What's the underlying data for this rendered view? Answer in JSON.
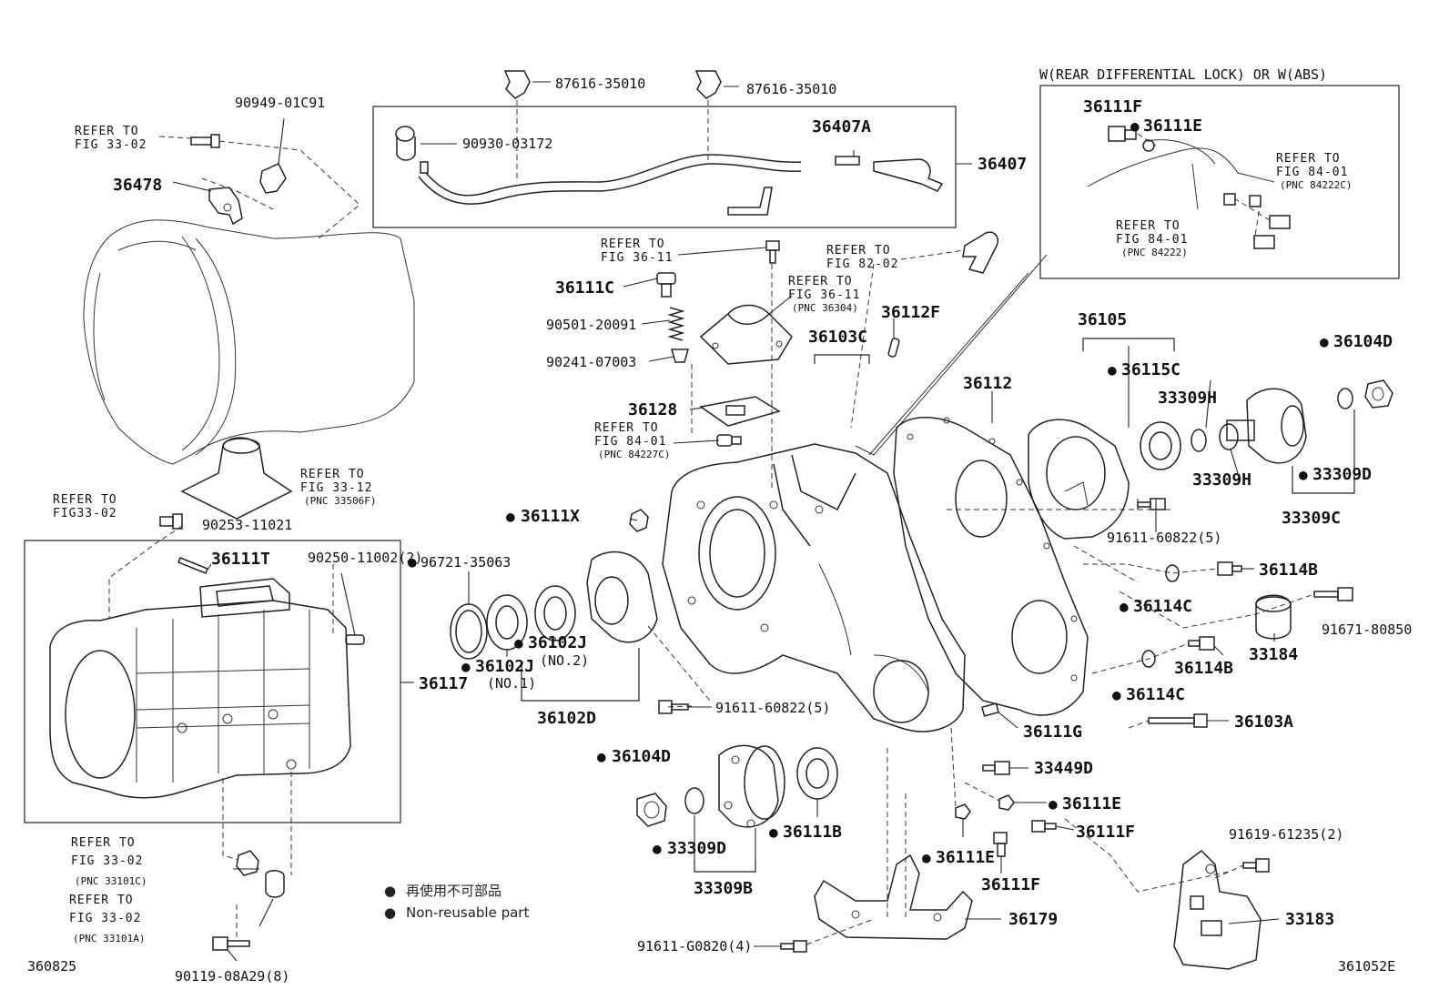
{
  "diagram": {
    "figure_code": "360825",
    "illustration_code": "361052E",
    "inset_title": "W(REAR DIFFERENTIAL LOCK) OR W(ABS)",
    "legend": [
      {
        "marker": "●",
        "text": "再使用不可部品"
      },
      {
        "marker": "●",
        "text": "Non-reusable part"
      }
    ],
    "labels": [
      {
        "id": "90949-01C91",
        "non_reusable": false
      },
      {
        "id": "36478",
        "non_reusable": false
      },
      {
        "id": "87616-35010",
        "non_reusable": false
      },
      {
        "id": "87616-35010",
        "non_reusable": false
      },
      {
        "id": "90930-03172",
        "non_reusable": false
      },
      {
        "id": "36407A",
        "non_reusable": false
      },
      {
        "id": "36407",
        "non_reusable": false
      },
      {
        "id": "36111F",
        "non_reusable": false
      },
      {
        "id": "36111E",
        "non_reusable": true
      },
      {
        "id": "36111C",
        "non_reusable": false
      },
      {
        "id": "90501-20091",
        "non_reusable": false
      },
      {
        "id": "90241-07003",
        "non_reusable": false
      },
      {
        "id": "36112F",
        "non_reusable": false
      },
      {
        "id": "36103C",
        "non_reusable": false
      },
      {
        "id": "36128",
        "non_reusable": false
      },
      {
        "id": "36105",
        "non_reusable": false
      },
      {
        "id": "36104D",
        "non_reusable": true
      },
      {
        "id": "36115C",
        "non_reusable": true
      },
      {
        "id": "36112",
        "non_reusable": false
      },
      {
        "id": "33309H",
        "non_reusable": false
      },
      {
        "id": "33309H",
        "non_reusable": false
      },
      {
        "id": "33309D",
        "non_reusable": true
      },
      {
        "id": "33309C",
        "non_reusable": false
      },
      {
        "id": "36111X",
        "non_reusable": true
      },
      {
        "id": "90253-11021",
        "non_reusable": false
      },
      {
        "id": "36111T",
        "non_reusable": false
      },
      {
        "id": "90250-11002(2)",
        "non_reusable": false
      },
      {
        "id": "96721-35063",
        "non_reusable": true
      },
      {
        "id": "91611-60822(5)",
        "non_reusable": false
      },
      {
        "id": "36114B",
        "non_reusable": false
      },
      {
        "id": "36114C",
        "non_reusable": true
      },
      {
        "id": "91671-80850",
        "non_reusable": false
      },
      {
        "id": "33184",
        "non_reusable": false
      },
      {
        "id": "36114B",
        "non_reusable": false
      },
      {
        "id": "36114C",
        "non_reusable": true
      },
      {
        "id": "36102J",
        "non_reusable": true
      },
      {
        "id": "(NO.2)",
        "non_reusable": false
      },
      {
        "id": "36102J",
        "non_reusable": true
      },
      {
        "id": "(NO.1)",
        "non_reusable": false
      },
      {
        "id": "36117",
        "non_reusable": false
      },
      {
        "id": "36102D",
        "non_reusable": false
      },
      {
        "id": "91611-60822(5)",
        "non_reusable": false
      },
      {
        "id": "36111G",
        "non_reusable": false
      },
      {
        "id": "36103A",
        "non_reusable": false
      },
      {
        "id": "36104D",
        "non_reusable": true
      },
      {
        "id": "33449D",
        "non_reusable": false
      },
      {
        "id": "36111E",
        "non_reusable": true
      },
      {
        "id": "36111B",
        "non_reusable": true
      },
      {
        "id": "36111F",
        "non_reusable": false
      },
      {
        "id": "33309D",
        "non_reusable": true
      },
      {
        "id": "36111E",
        "non_reusable": true
      },
      {
        "id": "36111F",
        "non_reusable": false
      },
      {
        "id": "91619-61235(2)",
        "non_reusable": false
      },
      {
        "id": "33309B",
        "non_reusable": false
      },
      {
        "id": "36179",
        "non_reusable": false
      },
      {
        "id": "33183",
        "non_reusable": false
      },
      {
        "id": "91611-G0820(4)",
        "non_reusable": false
      },
      {
        "id": "90119-08A29(8)",
        "non_reusable": false
      }
    ],
    "refs": [
      {
        "lines": [
          "REFER TO",
          "FIG 33-02"
        ]
      },
      {
        "lines": [
          "REFER TO",
          "FIG 36-11"
        ]
      },
      {
        "lines": [
          "REFER TO",
          "FIG 82-02"
        ]
      },
      {
        "lines": [
          "REFER TO",
          "FIG 36-11",
          "(PNC 36304)"
        ]
      },
      {
        "lines": [
          "REFER TO",
          "FIG 84-01",
          "(PNC 84222C)"
        ]
      },
      {
        "lines": [
          "REFER TO",
          "FIG 84-01",
          "(PNC 84227C)"
        ]
      },
      {
        "lines": [
          "REFER TO",
          "FIG 84-01",
          "(PNC 84222)"
        ]
      },
      {
        "lines": [
          "REFER TO",
          "FIG 33-12",
          "(PNC 33506F)"
        ]
      },
      {
        "lines": [
          "REFER TO",
          "FIG33-02"
        ]
      },
      {
        "lines": [
          "REFER TO",
          "FIG 33-02",
          "(PNC 33101C)"
        ]
      },
      {
        "lines": [
          "REFER TO",
          "FIG 33-02",
          "(PNC 33101A)"
        ]
      }
    ]
  }
}
